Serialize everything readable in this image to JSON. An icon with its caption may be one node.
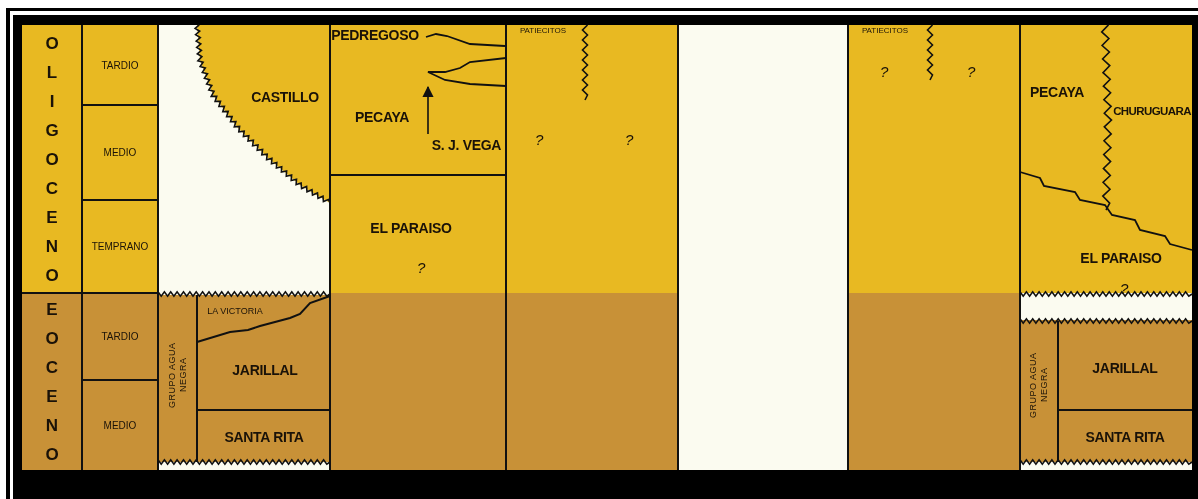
{
  "diagram": {
    "nodes": [
      {
        "text": [
          "OLIGOCENO"
        ]
      },
      {
        "text": [
          "EOCENO"
        ]
      },
      {
        "text": [
          "TARDIO"
        ]
      },
      {
        "text": [
          "MEDIO"
        ]
      },
      {
        "text": [
          "TEMPRANO"
        ]
      },
      {
        "text": [
          "TARDIO"
        ]
      },
      {
        "text": [
          "MEDIO"
        ]
      },
      {
        "text": [
          "CASTILLO"
        ]
      },
      {
        "text": [
          "GRUPO AGUA NEGRA"
        ]
      },
      {
        "text": [
          "LA VICTORIA"
        ]
      },
      {
        "text": [
          "JARILLAL"
        ]
      },
      {
        "text": [
          "SANTA RITA"
        ]
      },
      {
        "text": [
          "PEDREGOSO"
        ]
      },
      {
        "text": [
          "PECAYA"
        ]
      },
      {
        "text": [
          "S. J. VEGA"
        ]
      },
      {
        "text": [
          "EL PARAISO"
        ]
      },
      {
        "text": [
          "PATIECITOS"
        ]
      },
      {
        "text": [
          "PATIECITOS"
        ]
      },
      {
        "text": [
          "PECAYA"
        ]
      },
      {
        "text": [
          "CHURUGUARA"
        ]
      },
      {
        "text": [
          "EL PARAISO"
        ]
      },
      {
        "text": [
          "GRUPO AGUA NEGRA"
        ]
      },
      {
        "text": [
          "JARILLAL"
        ]
      },
      {
        "text": [
          "SANTA RITA"
        ]
      },
      {
        "text": [],
        "shape": "wedge"
      }
    ],
    "edges": [
      {
        "from": 14,
        "to": 24,
        "arrow": "to"
      }
    ],
    "labels": [
      "?",
      "?",
      "?",
      "?",
      "?",
      "?"
    ]
  }
}
